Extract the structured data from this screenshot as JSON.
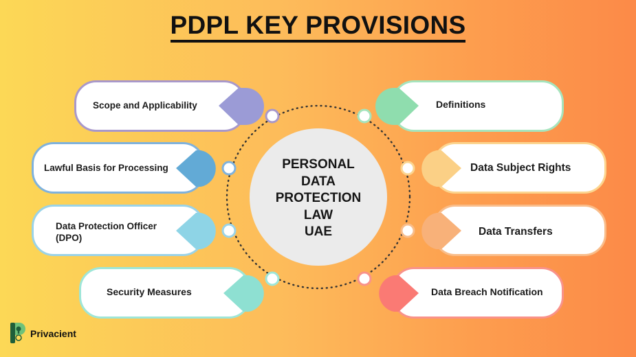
{
  "title": "PDPL KEY PROVISIONS",
  "center": {
    "lines": [
      "PERSONAL",
      "DATA",
      "PROTECTION",
      "LAW",
      "UAE"
    ]
  },
  "provisions": {
    "left": [
      {
        "line1": "Scope and Applicability",
        "line2": "",
        "color": "#9b9bd6",
        "border": "#a898cb"
      },
      {
        "line1": "Lawful Basis for Processing",
        "line2": "",
        "color": "#62aad6",
        "border": "#7fb2dd"
      },
      {
        "line1": "Data Protection Officer",
        "line2": "(DPO)",
        "color": "#8ed4e6",
        "border": "#9ad3e8"
      },
      {
        "line1": "Security Measures",
        "line2": "",
        "color": "#8ee0d2",
        "border": "#9ee6d8"
      }
    ],
    "right": [
      {
        "line1": "Definitions",
        "color": "#8fddae",
        "border": "#a5e4bd"
      },
      {
        "line1": "Data Subject Rights",
        "color": "#fbd086",
        "border": "#fcd58f"
      },
      {
        "line1": "Data Transfers",
        "color": "#f8b179",
        "border": "#f9bd8a"
      },
      {
        "line1": "Data Breach Notification",
        "color": "#fa7a74",
        "border": "#f9928a"
      }
    ]
  },
  "logo": {
    "text": "Privacient",
    "color": "#6ec27a"
  },
  "colors": {
    "center_circle": "#ebebeb",
    "ring": "#333333"
  }
}
